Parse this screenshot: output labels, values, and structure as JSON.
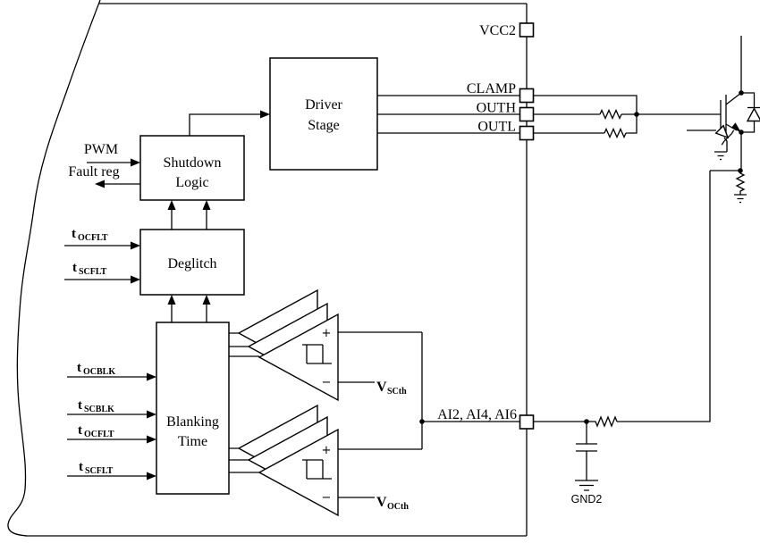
{
  "colors": {
    "wire": "#000000",
    "param_blue": "#3713C9",
    "background": "#FFFFFF"
  },
  "blocks": {
    "driver_stage": {
      "line1": "Driver",
      "line2": "Stage"
    },
    "shutdown_logic": {
      "line1": "Shutdown",
      "line2": "Logic"
    },
    "deglitch": {
      "line1": "Deglitch"
    },
    "blanking_time": {
      "line1": "Blanking",
      "line2": "Time"
    }
  },
  "pins": {
    "vcc2": "VCC2",
    "clamp": "CLAMP",
    "outh": "OUTH",
    "outl": "OUTL",
    "ai": "AI2, AI4, AI6",
    "gnd2": "GND2"
  },
  "signals": {
    "pwm": "PWM",
    "fault_reg": "Fault reg"
  },
  "params": {
    "deglitch_ocflt": {
      "base": "t",
      "sub": "OCFLT"
    },
    "deglitch_scflt": {
      "base": "t",
      "sub": "SCFLT"
    },
    "blank_ocblk": {
      "base": "t",
      "sub": "OCBLK"
    },
    "blank_scblk": {
      "base": "t",
      "sub": "SCBLK"
    },
    "blank_ocflt": {
      "base": "t",
      "sub": "OCFLT"
    },
    "blank_scflt": {
      "base": "t",
      "sub": "SCFLT"
    }
  },
  "thresholds": {
    "v_scth": {
      "base": "V",
      "sub": "SCth"
    },
    "v_octh": {
      "base": "V",
      "sub": "OCth"
    }
  },
  "comparator": {
    "plus": "+",
    "minus": "−"
  }
}
